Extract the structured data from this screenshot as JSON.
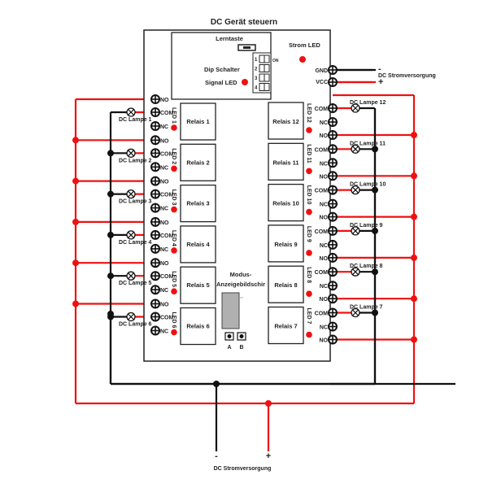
{
  "title": "DC Gerät steuern",
  "board": {
    "learn_button": "Lerntaste",
    "dip_label": "Dip Schalter",
    "dip_positions": [
      "1",
      "2",
      "3",
      "4"
    ],
    "dip_on": "ON",
    "signal_led": "Signal LED",
    "power_led": "Strom LED",
    "mode_display": [
      "Modus-",
      "Anzeigebildschir"
    ],
    "buttons": [
      "A",
      "B"
    ]
  },
  "power_terminals": {
    "gnd": "GND",
    "vcc": "VCC",
    "supply_label": "DC Stromversorgung",
    "minus": "-",
    "plus": "+"
  },
  "terminal_labels": {
    "no": "NO",
    "com": "COM",
    "nc": "NC"
  },
  "left_relays": [
    {
      "relay": "Relais 1",
      "led": "LED 1",
      "lamp": "DC Lampe 1"
    },
    {
      "relay": "Relais 2",
      "led": "LED 2",
      "lamp": "DC Lampe 2"
    },
    {
      "relay": "Relais 3",
      "led": "LED 3",
      "lamp": "DC Lampe 3"
    },
    {
      "relay": "Relais 4",
      "led": "LED 4",
      "lamp": "DC Lampe 4"
    },
    {
      "relay": "Relais 5",
      "led": "LED 5",
      "lamp": "DC Lampe 5"
    },
    {
      "relay": "Relais 6",
      "led": "LED 6",
      "lamp": "DC Lampe 6"
    }
  ],
  "right_relays": [
    {
      "relay": "Relais 12",
      "led": "LED 12",
      "lamp": "DC Lampe 12"
    },
    {
      "relay": "Relais 11",
      "led": "LED 11",
      "lamp": "DC Lampe 11"
    },
    {
      "relay": "Relais 10",
      "led": "LED 10",
      "lamp": "DC Lampe 10"
    },
    {
      "relay": "Relais 9",
      "led": "LED 9",
      "lamp": "DC Lampe 9"
    },
    {
      "relay": "Relais 8",
      "led": "LED 8",
      "lamp": "DC Lampe 8"
    },
    {
      "relay": "Relais 7",
      "led": "LED 7",
      "lamp": "DC Lampe 7"
    }
  ],
  "bottom_supply": {
    "label": "DC Stromversorgung",
    "minus": "-",
    "plus": "+"
  },
  "colors": {
    "positive_wire": "#ee1111",
    "negative_wire": "#111111",
    "led": "#ee1111",
    "display": "#b0b0b0"
  }
}
